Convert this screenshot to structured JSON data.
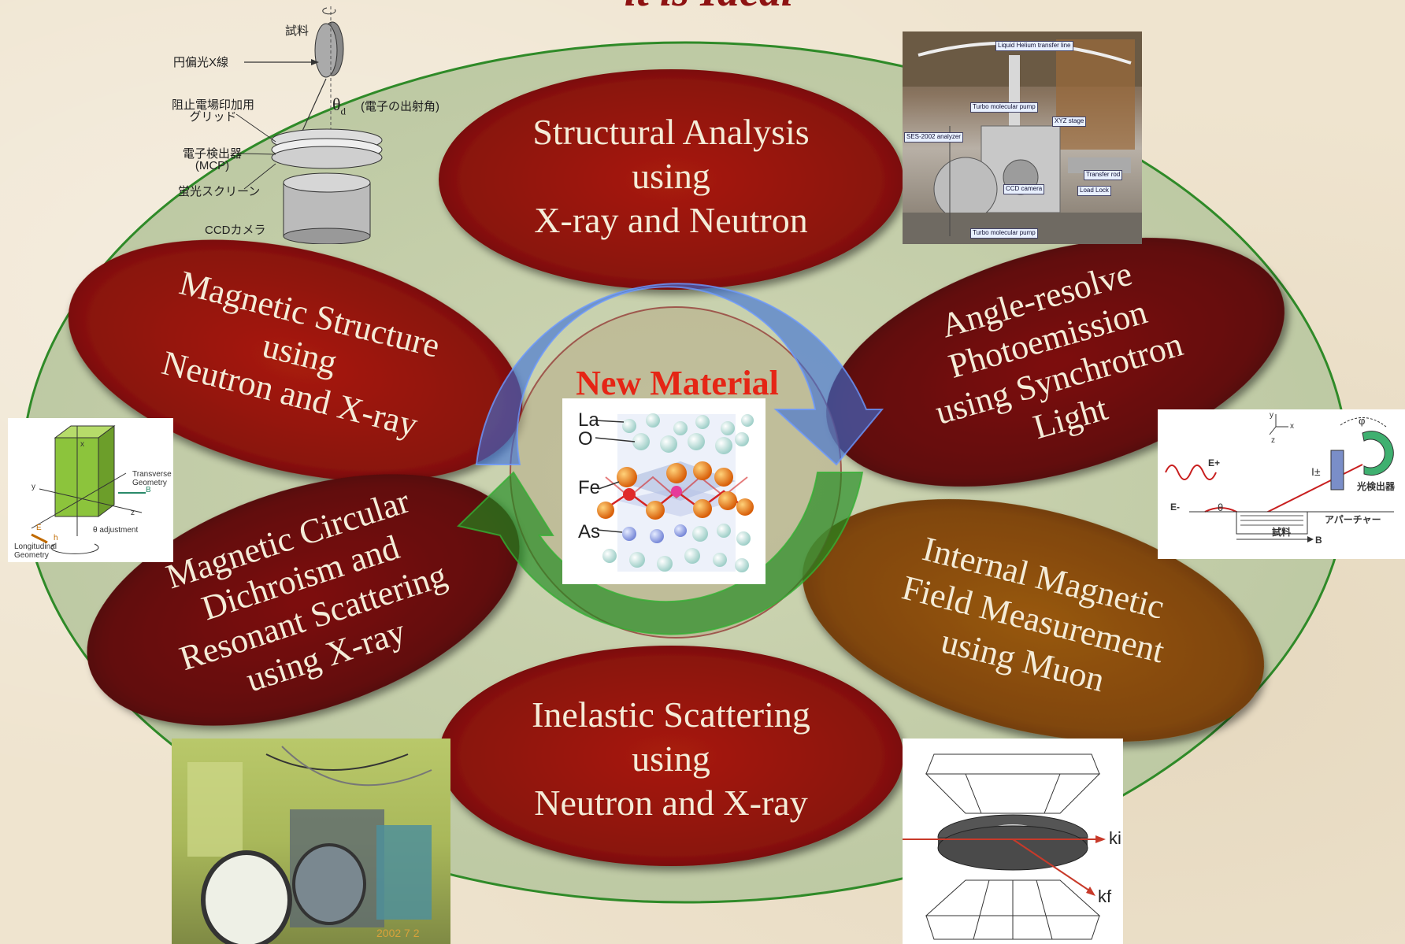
{
  "header": {
    "title_fragment": "it is Ideal"
  },
  "center": {
    "title": "New Material",
    "crystal_labels": [
      "La",
      "O",
      "Fe",
      "As"
    ]
  },
  "techniques": [
    {
      "id": "structural",
      "lines": [
        "Structural Analysis",
        "using",
        "X-ray and Neutron"
      ],
      "color": "#8c1209"
    },
    {
      "id": "magnetic-structure",
      "lines": [
        "Magnetic Structure",
        "using",
        "Neutron and X-ray"
      ],
      "color": "#8c1209"
    },
    {
      "id": "arpes",
      "lines": [
        "Angle-resolve",
        "Photoemission",
        "using Synchrotron",
        "Light"
      ],
      "color": "#6a0b0b"
    },
    {
      "id": "mcd",
      "lines": [
        "Magnetic Circular",
        "Dichroism and",
        "Resonant Scattering",
        "using X-ray"
      ],
      "color": "#6a0b0b"
    },
    {
      "id": "muon",
      "lines": [
        "Internal Magnetic",
        "Field Measurement",
        "using Muon"
      ],
      "color": "#8a4a06"
    },
    {
      "id": "inelastic",
      "lines": [
        "Inelastic Scattering",
        "using",
        "Neutron and X-ray"
      ],
      "color": "#8c1209"
    }
  ],
  "panels": {
    "pem": {
      "labels": {
        "sample": "試料",
        "circular_xray": "円偏光X線",
        "grid": "阻止電場印加用\nグリッド",
        "detector": "電子検出器\n(MCP)",
        "screen": "蛍光スクリーン",
        "ccd": "CCDカメラ",
        "theta": "θ",
        "theta_sub": "d",
        "emission_angle": "(電子の出射角)"
      }
    },
    "arpes_photo": {
      "tags": [
        "Liquid Helium transfer line",
        "Turbo molecular pump",
        "SES-2002 analyzer",
        "XYZ stage",
        "Transfer rod",
        "CCD camera",
        "Load Lock",
        "Turbo molecular pump"
      ]
    },
    "geometry": {
      "labels": [
        "Transverse Geometry",
        "Longitudinal Geometry",
        "θ adjustment",
        "x",
        "y",
        "z",
        "B",
        "E",
        "h"
      ]
    },
    "detector": {
      "labels": {
        "detector": "光検出器",
        "aperture": "アパーチャー",
        "sample": "試料",
        "field": "B",
        "intensity": "I±",
        "e_plus": "E+",
        "e_minus": "E-",
        "theta": "θ",
        "phi": "φ",
        "axis_x": "x",
        "axis_y": "y",
        "axis_z": "z"
      }
    },
    "photo_bottom": {
      "stamp": "2002  7  2"
    },
    "scatter": {
      "labels": [
        "ki",
        "kf"
      ]
    }
  }
}
